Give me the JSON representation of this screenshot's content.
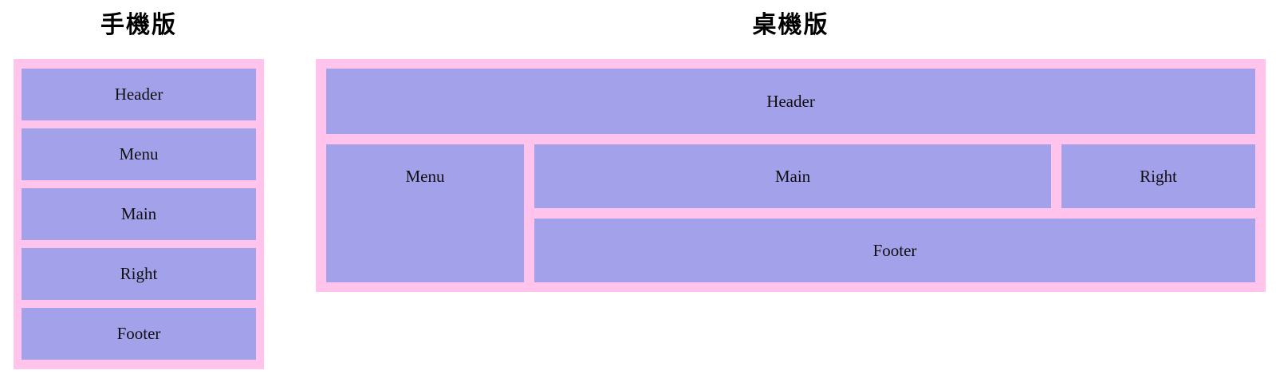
{
  "colors": {
    "page_bg": "#ffffff",
    "container_pink": "#ffc3ec",
    "box_purple": "#a3a1ea",
    "label_color": "#111111",
    "title_color": "#000000"
  },
  "mobile": {
    "title": "手機版",
    "boxes": [
      {
        "label": "Header"
      },
      {
        "label": "Menu"
      },
      {
        "label": "Main"
      },
      {
        "label": "Right"
      },
      {
        "label": "Footer"
      }
    ]
  },
  "desktop": {
    "title": "桌機版",
    "boxes": {
      "header": {
        "label": "Header"
      },
      "menu": {
        "label": "Menu"
      },
      "main": {
        "label": "Main"
      },
      "right": {
        "label": "Right"
      },
      "footer": {
        "label": "Footer"
      }
    }
  }
}
